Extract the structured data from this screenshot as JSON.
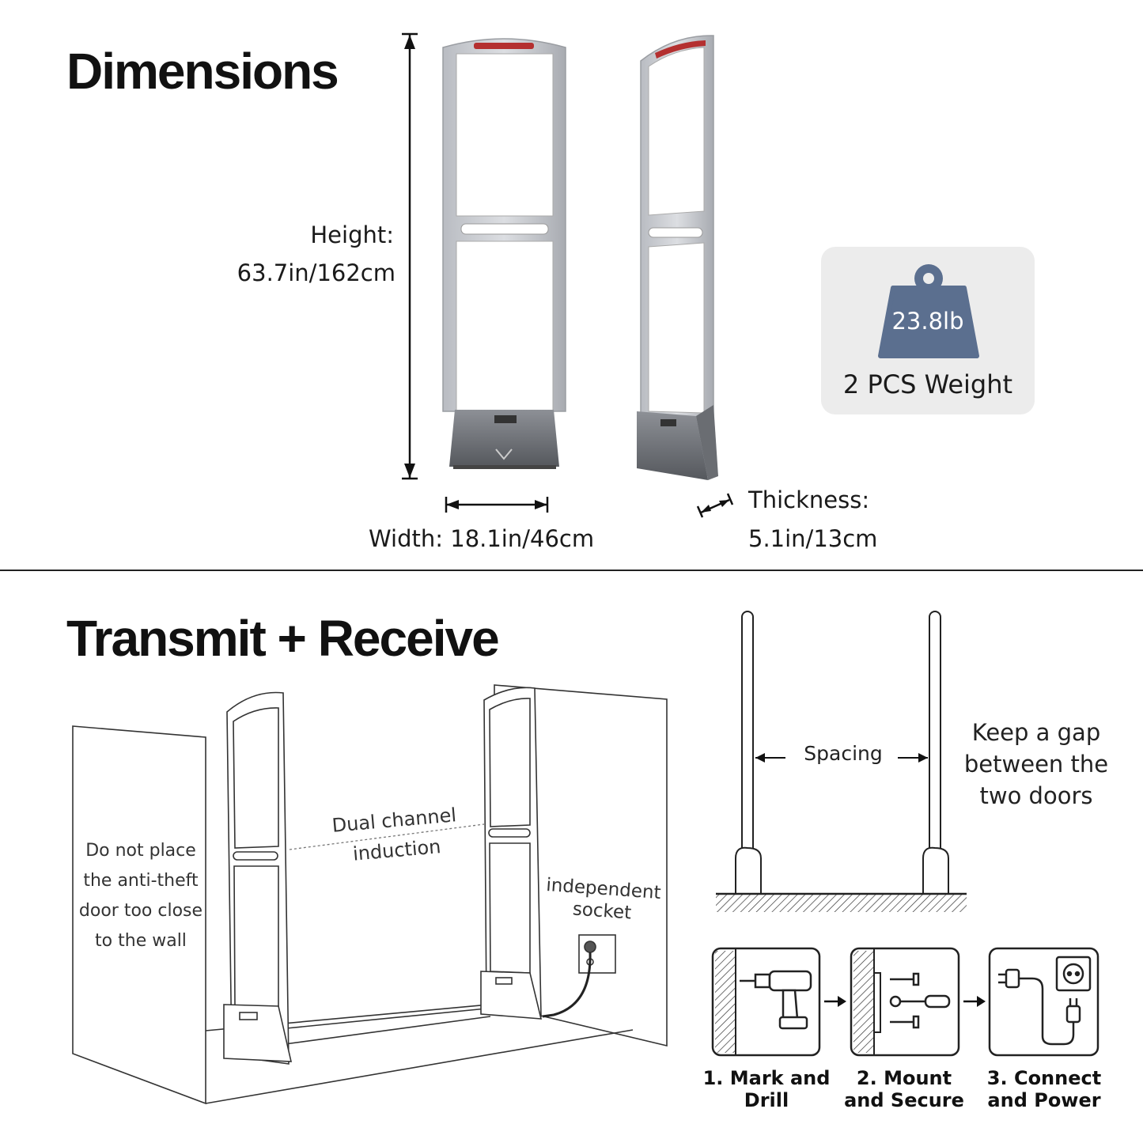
{
  "dimensions": {
    "title": "Dimensions",
    "height_label": "Height:",
    "height_value": "63.7in/162cm",
    "width_label": "Width: 18.1in/46cm",
    "thickness_label": "Thickness:",
    "thickness_value": "5.1in/13cm",
    "weight": {
      "value": "23.8lb",
      "caption": "2 PCS Weight",
      "accent_color": "#5b6f8f"
    }
  },
  "transmit": {
    "title": "Transmit + Receive",
    "wall_note": [
      "Do not place",
      "the anti-theft",
      "door too close",
      "to the wall"
    ],
    "channel_note": [
      "Dual channel",
      "induction"
    ],
    "socket_note": [
      "independent",
      "socket"
    ],
    "spacing_label": "Spacing",
    "gap_note": [
      "Keep a gap",
      "between the",
      "two doors"
    ]
  },
  "steps": [
    {
      "caption": [
        "1. Mark and",
        "Drill"
      ],
      "icon": "drill-icon"
    },
    {
      "caption": [
        "2. Mount",
        "and Secure"
      ],
      "icon": "screws-icon"
    },
    {
      "caption": [
        "3. Connect",
        "and Power"
      ],
      "icon": "plug-icon"
    }
  ]
}
